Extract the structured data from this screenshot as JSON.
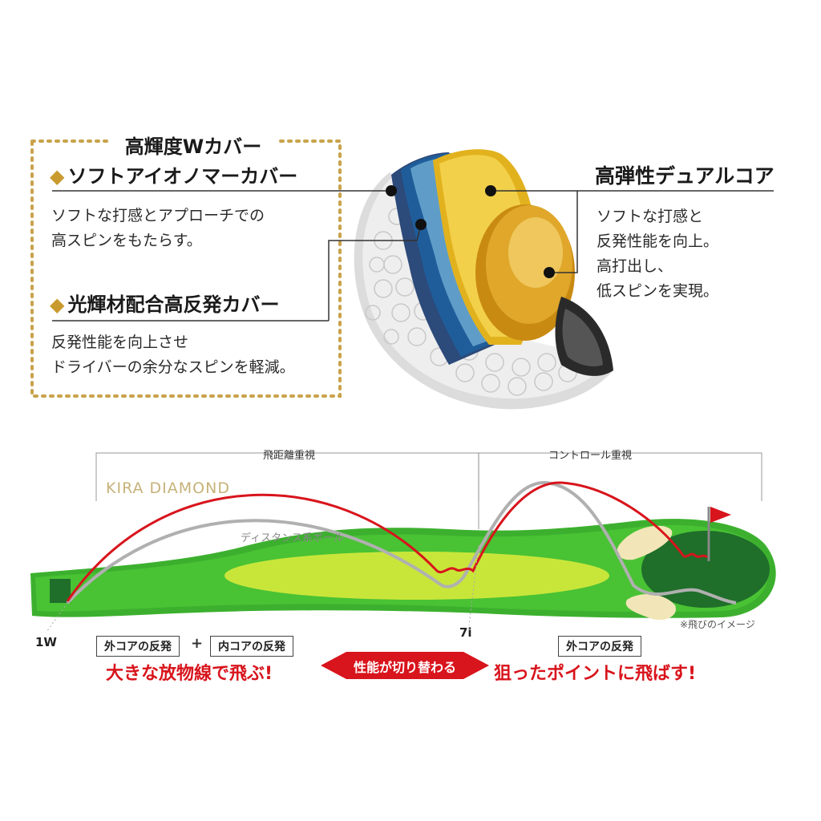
{
  "cover": {
    "title": "高輝度Wカバー",
    "soft_title": "ソフトアイオノマーカバー",
    "soft_desc_1": "ソフトな打感とアプローチでの",
    "soft_desc_2": "高スピンをもたらす。",
    "bright_title": "光輝材配合高反発カバー",
    "bright_desc_1": "反発性能を向上させ",
    "bright_desc_2": "ドライバーの余分なスピンを軽減。",
    "diamond": "◆"
  },
  "core": {
    "title": "高弾性デュアルコア",
    "desc_1": "ソフトな打感と",
    "desc_2": "反発性能を向上。",
    "desc_3": "高打出し、",
    "desc_4": "低スピンを実現。"
  },
  "course": {
    "distance_label": "飛距離重視",
    "control_label": "コントロール重視",
    "brand": "KIRA DIAMOND",
    "distance_ball": "ディスタンス系ボール",
    "club_1w": "1W",
    "club_7i": "7i",
    "note": "※飛びのイメージ",
    "outer_core": "外コアの反発",
    "plus": "+",
    "inner_core": "内コアの反発",
    "outer_core_right": "外コアの反発",
    "left_slogan": "大きな放物線で飛ぶ!",
    "switch": "性能が切り替わる",
    "right_slogan": "狙ったポイントに飛ばす!"
  },
  "colors": {
    "gold": "#c99a2e",
    "red": "#d8141c",
    "green": "#3fb72e",
    "light_green": "#c8e63a",
    "kira": "#c7b27a"
  }
}
